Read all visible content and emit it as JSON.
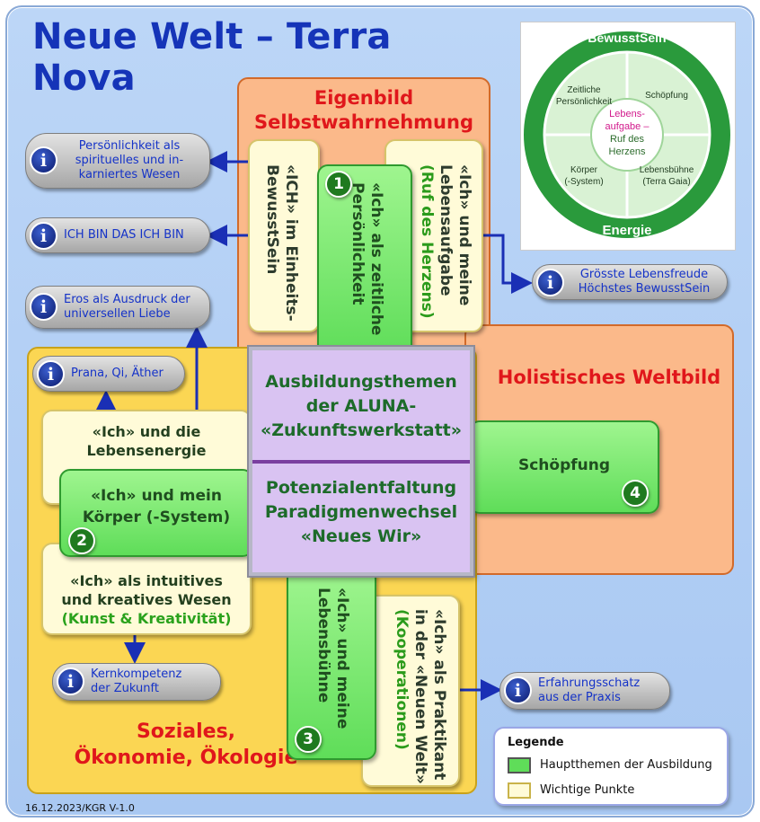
{
  "title": "Neue Welt – Terra Nova",
  "top_box": {
    "line1": "Eigenbild",
    "line2": "Selbstwahrnehmung"
  },
  "right_box": {
    "title": "Holistisches Weltbild"
  },
  "bottom_box": {
    "line1": "Soziales,",
    "line2": "Ökonomie, Ökologie"
  },
  "wheel": {
    "top": "BewusstSein",
    "bottom": "Energie",
    "center": [
      "Lebens-",
      "aufgabe –"
    ],
    "center_sub": [
      "Ruf des",
      "Herzens"
    ],
    "segments": {
      "top_left": [
        "Zeitliche",
        "Persönlichkeit"
      ],
      "top_right": "Schöpfung",
      "bottom_left": [
        "Körper",
        "(-System)"
      ],
      "bottom_right": [
        "Lebensbühne",
        "(Terra Gaia)"
      ]
    }
  },
  "cards": {
    "einheit": [
      "«ICH» im Einheits-",
      "BewusstSein"
    ],
    "zeitlich": [
      "«Ich» als zeitliche",
      "Persönlichkeit"
    ],
    "lebensaufgabe": [
      "«Ich» und meine",
      "Lebensaufgabe"
    ],
    "lebensaufgabe_sub": "(Ruf des Herzens)",
    "lebensenergie": [
      "«Ich» und die",
      "Lebensenergie"
    ],
    "koerper": [
      "«Ich» und mein",
      "Körper (-System)"
    ],
    "intuitiv": [
      "«Ich» als intuitives",
      "und kreatives Wesen"
    ],
    "intuitiv_sub": "(Kunst & Kreativität)",
    "schoepfung": "Schöpfung",
    "lebensbuehne": [
      "«Ich» und meine",
      "Lebensbühne"
    ],
    "praktikant": [
      "«Ich» als Praktikant",
      "in der «Neuen Welt»"
    ],
    "praktikant_sub": "(Kooperationen)"
  },
  "numbers": {
    "n1": "1",
    "n2": "2",
    "n3": "3",
    "n4": "4"
  },
  "center": {
    "upper": [
      "Ausbildungsthemen",
      "der ALUNA-",
      "«Zukunftswerkstatt»"
    ],
    "lower": [
      "Potenzialentfaltung",
      "Paradigmenwechsel",
      "«Neues Wir»"
    ]
  },
  "info_icon_glyph": "i",
  "info": {
    "persoenlichkeit": [
      "Persönlichkeit als",
      "spirituelles und in-",
      "karniertes Wesen"
    ],
    "ichbin": "ICH BIN DAS ICH BIN",
    "eros": [
      "Eros als Ausdruck der",
      "universellen Liebe"
    ],
    "prana": "Prana, Qi, Äther",
    "lebensfreude": [
      "Grösste Lebensfreude",
      "Höchstes BewusstSein"
    ],
    "kernkompetenz": [
      "Kernkompetenz",
      "der Zukunft"
    ],
    "erfahrung": [
      "Erfahrungsschatz",
      "aus der Praxis"
    ]
  },
  "legend": {
    "title": "Legende",
    "main_topics": "Hauptthemen der Ausbildung",
    "important": "Wichtige Punkte",
    "green": "#5fdd59",
    "cream": "#fffbd8"
  },
  "footer": "16.12.2023/KGR V-1.0",
  "colors": {
    "title": "#1534b8",
    "header_red": "#e0171b",
    "accent_green": "#2aa21c",
    "info_text": "#1533c8",
    "arrow": "#1a2fb5"
  }
}
